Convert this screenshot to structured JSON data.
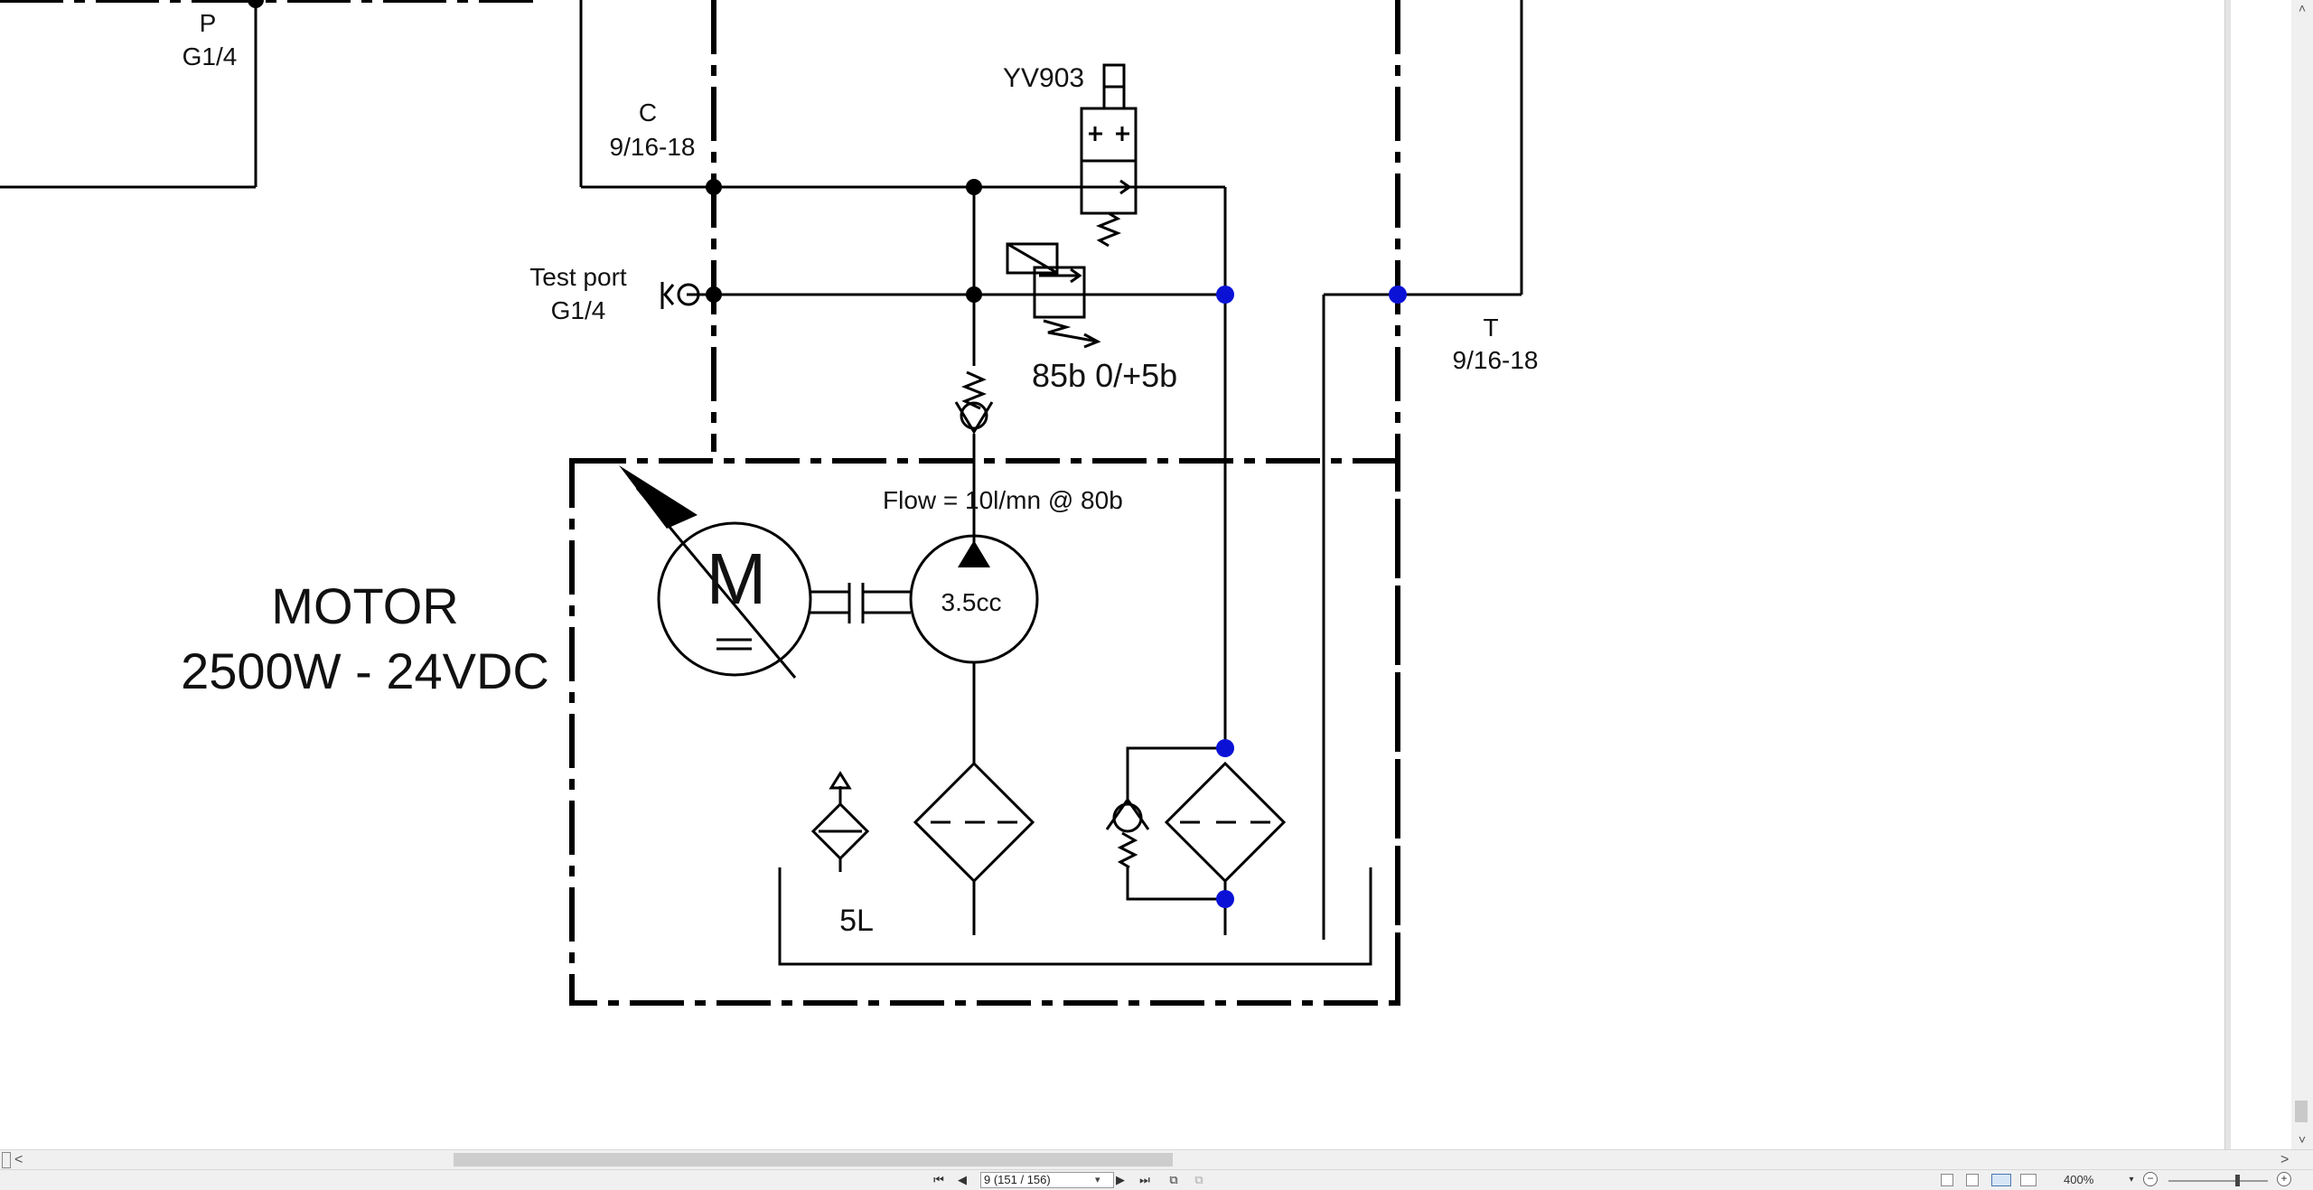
{
  "schematic": {
    "labels": {
      "p_port": "P",
      "p_thread": "G1/4",
      "c_port": "C",
      "c_thread": "9/16-18",
      "valve_id": "YV903",
      "test_port": "Test port",
      "test_thread": "G1/4",
      "relief_setting": "85b 0/+5b",
      "t_port": "T",
      "t_thread": "9/16-18",
      "flow": "Flow = 10l/mn @ 80b",
      "motor_letter": "M",
      "motor_dc_symbol": "=",
      "pump_displacement": "3.5cc",
      "motor_title": "MOTOR",
      "motor_spec": "2500W - 24VDC",
      "tank_volume": "5L"
    },
    "colors": {
      "line": "#000000",
      "junction_blue": "#0b12d6"
    }
  },
  "navigation": {
    "page_field": "9 (151 / 156)",
    "first_page_icon": "first-page-icon",
    "prev_page_icon": "previous-page-icon",
    "next_page_icon": "next-page-icon",
    "last_page_icon": "last-page-icon"
  },
  "zoom": {
    "level": "400%",
    "minus": "−",
    "plus": "+"
  },
  "scroll": {
    "up": "˄",
    "down": "˅",
    "left": "<",
    "right": ">"
  }
}
